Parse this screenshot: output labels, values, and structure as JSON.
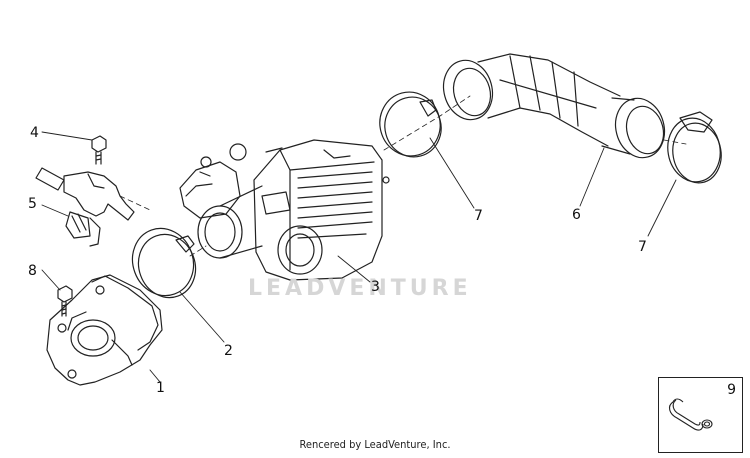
{
  "callouts": [
    {
      "id": "1",
      "label": "1"
    },
    {
      "id": "2",
      "label": "2"
    },
    {
      "id": "3",
      "label": "3"
    },
    {
      "id": "4",
      "label": "4"
    },
    {
      "id": "5",
      "label": "5"
    },
    {
      "id": "6",
      "label": "6"
    },
    {
      "id": "7a",
      "label": "7"
    },
    {
      "id": "7b",
      "label": "7"
    },
    {
      "id": "8",
      "label": "8"
    },
    {
      "id": "9",
      "label": "9"
    }
  ],
  "watermark": "LEADVENTURE",
  "credit": "Rencered by LeadVenture, Inc.",
  "colors": {
    "line": "#222222",
    "watermark": "#d6d6d6"
  }
}
